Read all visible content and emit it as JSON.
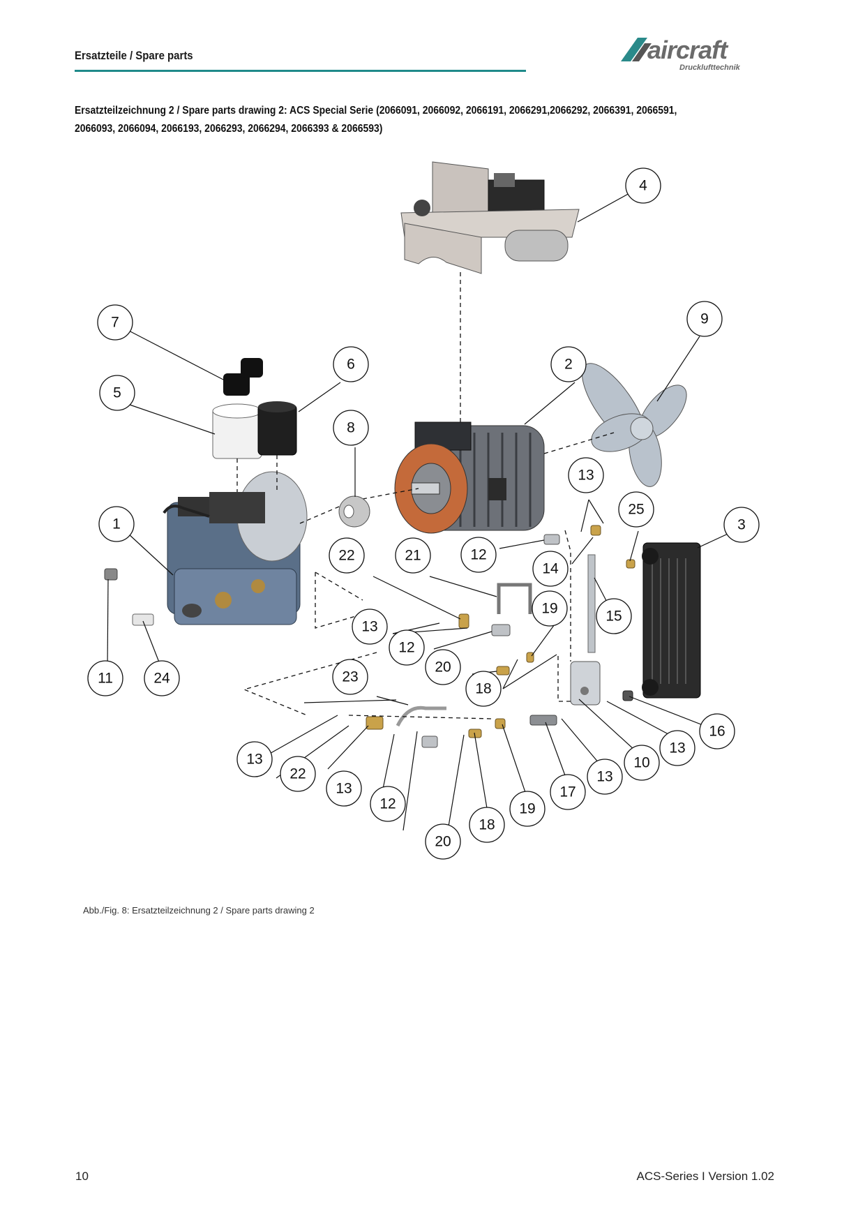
{
  "header": {
    "title": "Ersatzteile / Spare parts",
    "accent_color": "#1f8a8a"
  },
  "logo": {
    "brand": "aircraft",
    "tagline": "Drucklufttechnik",
    "icon": "aircraft-logo-icon"
  },
  "drawing_title": {
    "line1": "Ersatzteilzeichnung 2 / Spare parts drawing 2: ACS Special Serie (2066091, 2066092, 2066191, 2066291,2066292, 2066391, 2066591,",
    "line2": "2066093, 2066094, 2066193, 2066293, 2066294, 2066393 & 2066593)"
  },
  "callouts": [
    {
      "label": "1"
    },
    {
      "label": "2"
    },
    {
      "label": "3"
    },
    {
      "label": "4"
    },
    {
      "label": "5"
    },
    {
      "label": "6"
    },
    {
      "label": "7"
    },
    {
      "label": "8"
    },
    {
      "label": "9"
    },
    {
      "label": "10"
    },
    {
      "label": "11"
    },
    {
      "label": "12"
    },
    {
      "label": "12"
    },
    {
      "label": "12"
    },
    {
      "label": "13"
    },
    {
      "label": "13"
    },
    {
      "label": "13"
    },
    {
      "label": "13"
    },
    {
      "label": "13"
    },
    {
      "label": "13"
    },
    {
      "label": "14"
    },
    {
      "label": "15"
    },
    {
      "label": "16"
    },
    {
      "label": "17"
    },
    {
      "label": "18"
    },
    {
      "label": "18"
    },
    {
      "label": "19"
    },
    {
      "label": "19"
    },
    {
      "label": "20"
    },
    {
      "label": "20"
    },
    {
      "label": "21"
    },
    {
      "label": "22"
    },
    {
      "label": "22"
    },
    {
      "label": "23"
    },
    {
      "label": "24"
    },
    {
      "label": "25"
    }
  ],
  "caption": "Abb./Fig. 8: Ersatzteilzeichnung  2 / Spare parts drawing 2",
  "footer": {
    "page_number": "10",
    "document": "ACS-Series I Version 1.02"
  }
}
